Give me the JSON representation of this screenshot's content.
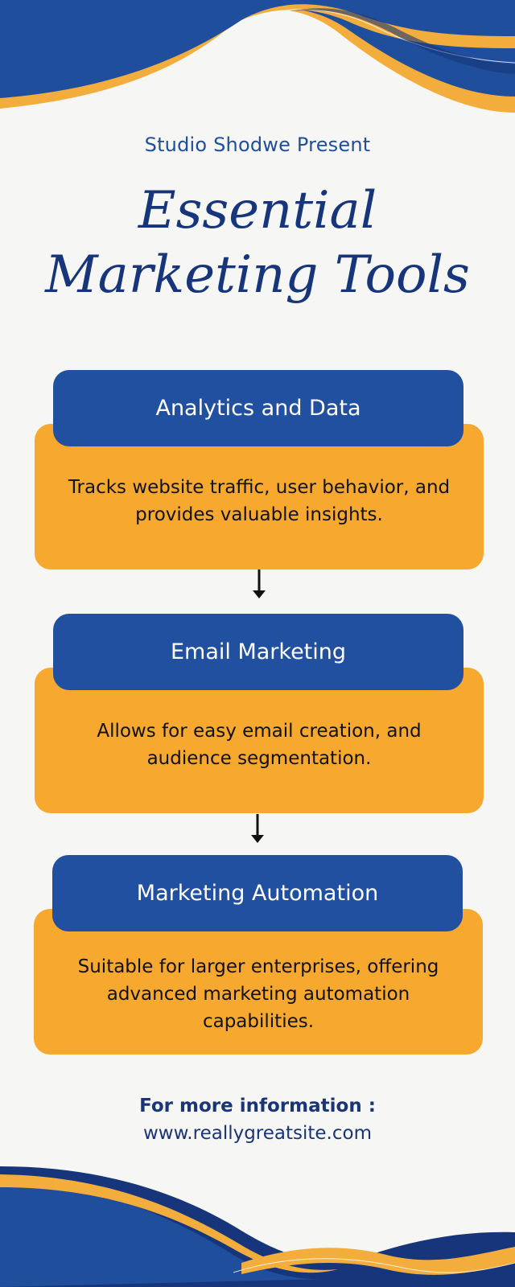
{
  "header": {
    "presenter": "Studio Shodwe Present",
    "title_line1": "Essential",
    "title_line2": "Marketing Tools"
  },
  "tools": [
    {
      "title": "Analytics and Data",
      "description": "Tracks website traffic, user behavior, and provides valuable insights."
    },
    {
      "title": "Email Marketing",
      "description": "Allows for easy email creation, and audience segmentation."
    },
    {
      "title": "Marketing Automation",
      "description": "Suitable for larger enterprises, offering advanced marketing automation capabilities."
    }
  ],
  "footer": {
    "info_label": "For more information :",
    "website": "www.reallygreatsite.com"
  },
  "colors": {
    "navy": "#16357a",
    "blue": "#2250a1",
    "orange": "#f7a82f",
    "background": "#f6f6f5"
  }
}
